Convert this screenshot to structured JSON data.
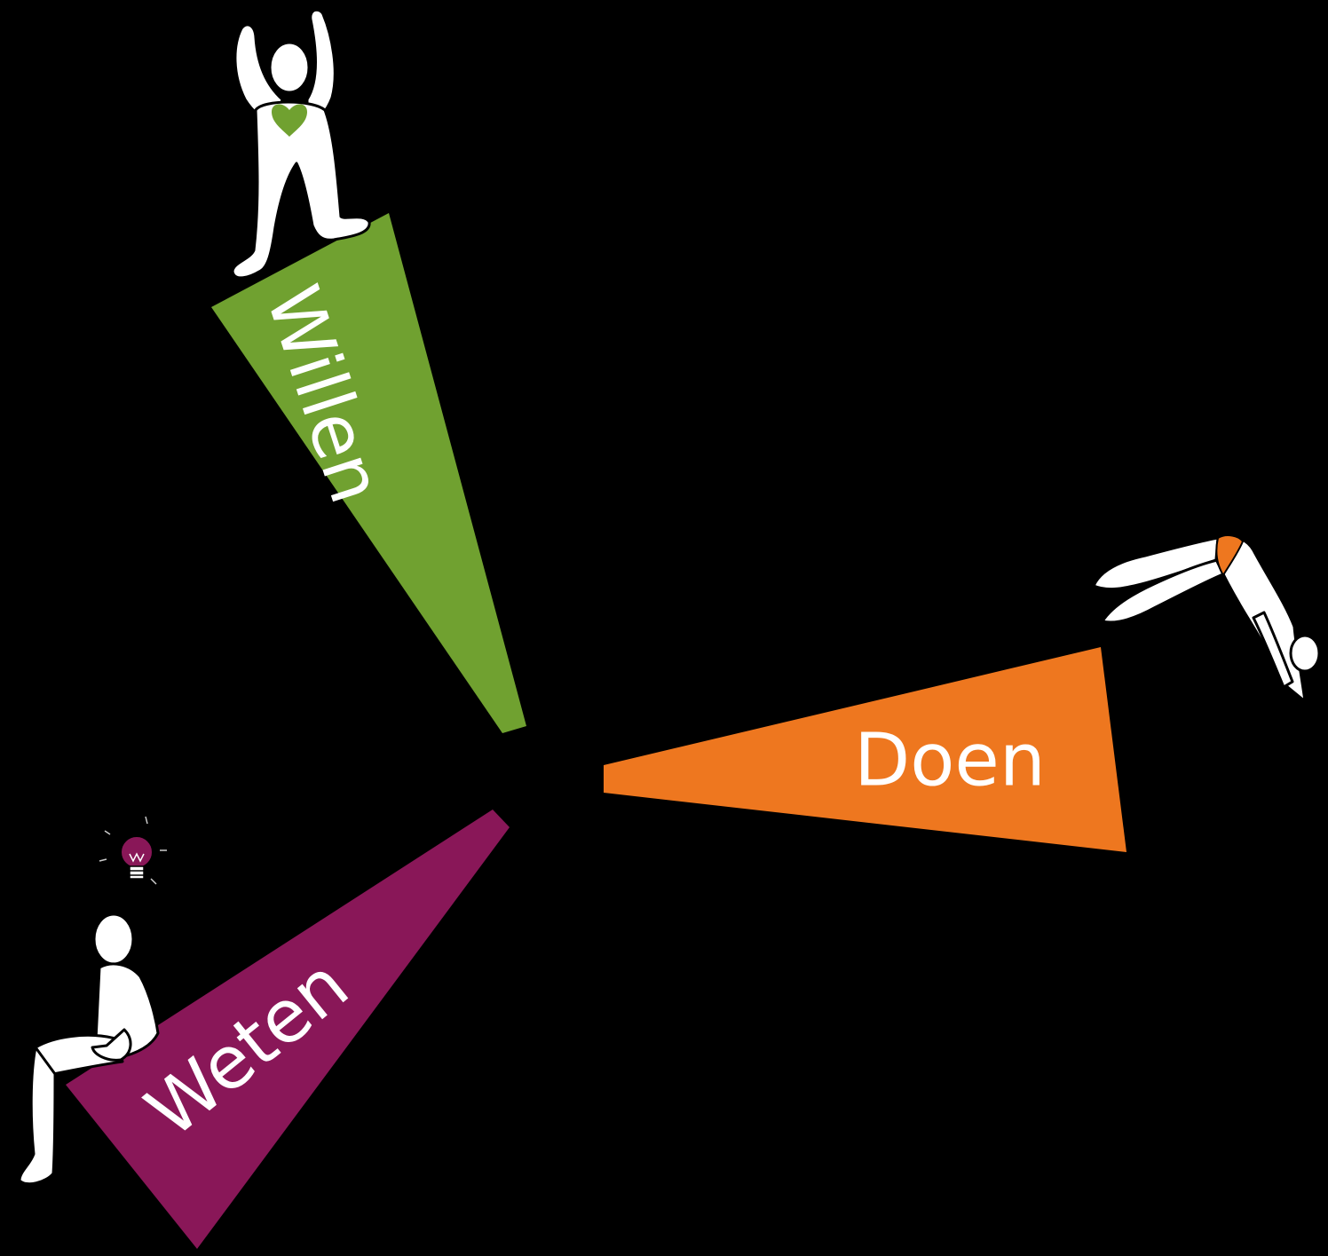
{
  "diagram": {
    "background_color": "#000000",
    "wedges": [
      {
        "id": "willen",
        "label": "Willen",
        "color": "#70A130",
        "figure": "cheering-person-with-heart-icon"
      },
      {
        "id": "doen",
        "label": "Doen",
        "color": "#EE771F",
        "figure": "diving-person-icon"
      },
      {
        "id": "weten",
        "label": "Weten",
        "color": "#891758",
        "figure": "sitting-person-with-lightbulb-icon"
      }
    ],
    "figure_color": "#ffffff",
    "heart_color": "#70A130",
    "swimsuit_color": "#EE771F",
    "lightbulb_color": "#891758"
  }
}
